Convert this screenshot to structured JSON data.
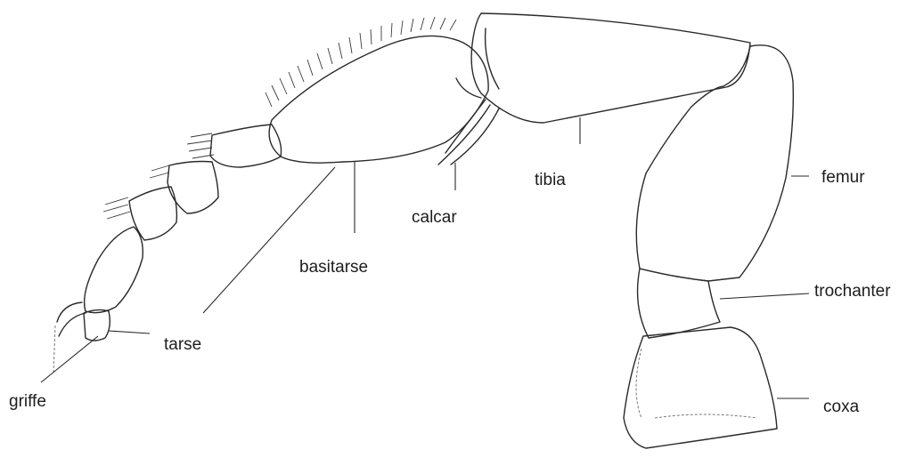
{
  "labels": {
    "femur": "femur",
    "tibia": "tibia",
    "calcar": "calcar",
    "basitarse": "basitarse",
    "trochanter": "trochanter",
    "tarse": "tarse",
    "coxa": "coxa",
    "griffe": "griffe"
  }
}
